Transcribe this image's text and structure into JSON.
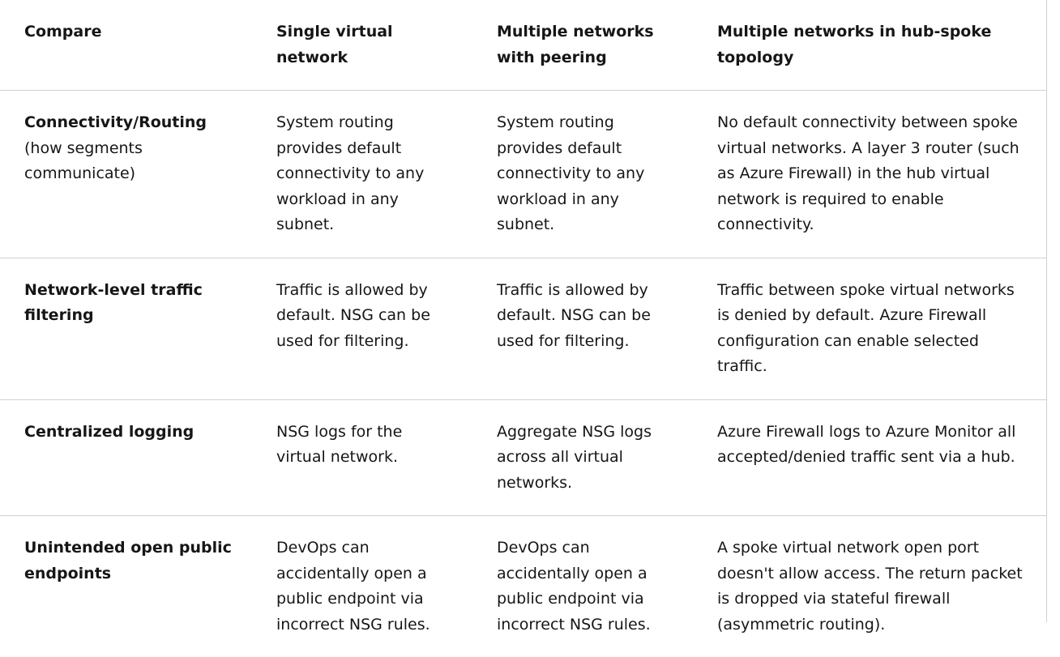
{
  "table": {
    "headers": [
      "Compare",
      "Single virtual network",
      "Multiple networks with peering",
      "Multiple networks in hub-spoke topology"
    ],
    "rows": [
      {
        "label": "Connectivity/Routing",
        "sublabel": "(how segments communicate)",
        "single": "System routing provides default connectivity to any workload in any subnet.",
        "peering": "System routing provides default connectivity to any workload in any subnet.",
        "hub_spoke": "No default connectivity between spoke virtual networks. A layer 3 router (such as Azure Firewall) in the hub virtual network is required to enable connectivity."
      },
      {
        "label": "Network-level traffic filtering",
        "sublabel": "",
        "single": "Traffic is allowed by default. NSG can be used for filtering.",
        "peering": "Traffic is allowed by default. NSG can be used for filtering.",
        "hub_spoke": "Traffic between spoke virtual networks is denied by default. Azure Firewall configuration can enable selected traffic."
      },
      {
        "label": "Centralized logging",
        "sublabel": "",
        "single": "NSG logs for the virtual network.",
        "peering": "Aggregate NSG logs across all virtual networks.",
        "hub_spoke": "Azure Firewall logs to Azure Monitor all accepted/denied traffic sent via a hub."
      },
      {
        "label": "Unintended open public endpoints",
        "sublabel": "",
        "single": "DevOps can accidentally open a public endpoint via incorrect NSG rules.",
        "peering": "DevOps can accidentally open a public endpoint via incorrect NSG rules.",
        "hub_spoke": "A spoke virtual network open port doesn't allow access. The return packet is dropped via stateful firewall (asymmetric routing)."
      }
    ]
  }
}
